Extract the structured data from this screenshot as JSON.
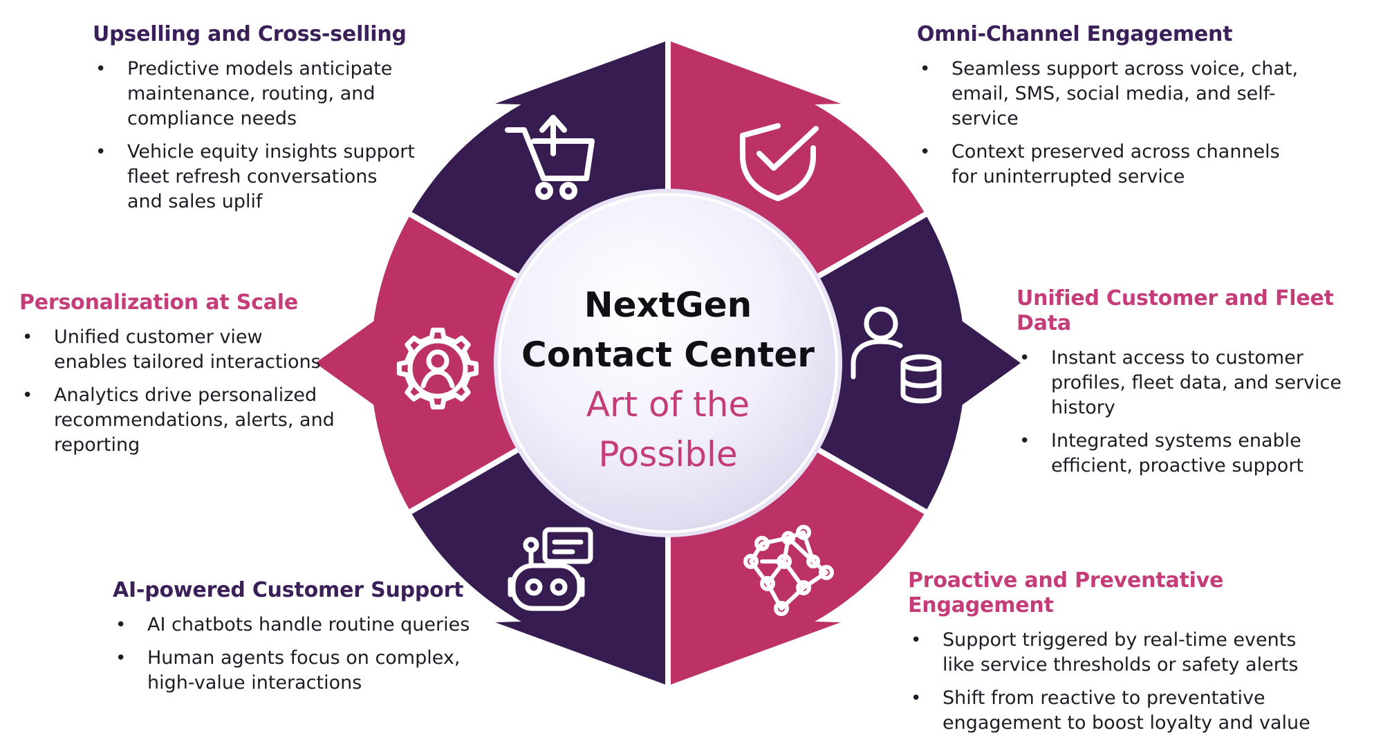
{
  "center": {
    "title_line1": "NextGen",
    "title_line2": "Contact Center",
    "subtitle_line1": "Art of the",
    "subtitle_line2": "Possible"
  },
  "colors": {
    "dark_purple": "#361c50",
    "magenta": "#bc3266",
    "heading_purple": "#3a1f59",
    "heading_magenta": "#c43d78"
  },
  "segments": [
    {
      "icon": "shopping-cart-upload-icon",
      "color": "dark_purple"
    },
    {
      "icon": "shield-check-icon",
      "color": "magenta"
    },
    {
      "icon": "user-database-icon",
      "color": "dark_purple"
    },
    {
      "icon": "network-nodes-icon",
      "color": "magenta"
    },
    {
      "icon": "chatbot-robot-icon",
      "color": "dark_purple"
    },
    {
      "icon": "gear-person-icon",
      "color": "magenta"
    }
  ],
  "panels": {
    "upselling": {
      "title": "Upselling and Cross-selling",
      "bullets": [
        "Predictive models anticipate maintenance, routing, and compliance needs",
        "Vehicle equity insights support fleet refresh conversations and sales uplif"
      ]
    },
    "omni": {
      "title": "Omni-Channel Engagement",
      "bullets": [
        "Seamless support across voice, chat, email, SMS, social media, and self-service",
        "Context preserved across channels for uninterrupted service"
      ]
    },
    "personalization": {
      "title": "Personalization at Scale",
      "bullets": [
        "Unified customer view enables tailored interactions",
        "Analytics drive personalized recommendations, alerts, and reporting"
      ]
    },
    "unified": {
      "title": "Unified Customer and Fleet Data",
      "bullets": [
        "Instant access to customer profiles, fleet data, and service history",
        "Integrated systems enable efficient, proactive support"
      ]
    },
    "ai": {
      "title": "AI-powered Customer Support",
      "bullets": [
        "AI chatbots handle routine queries",
        "Human agents focus on complex, high-value interactions"
      ]
    },
    "proactive": {
      "title": "Proactive and Preventative Engagement",
      "bullets": [
        "Support triggered by real-time events like service thresholds or safety alerts",
        "Shift from reactive to preventative engagement to boost loyalty and value"
      ]
    }
  }
}
